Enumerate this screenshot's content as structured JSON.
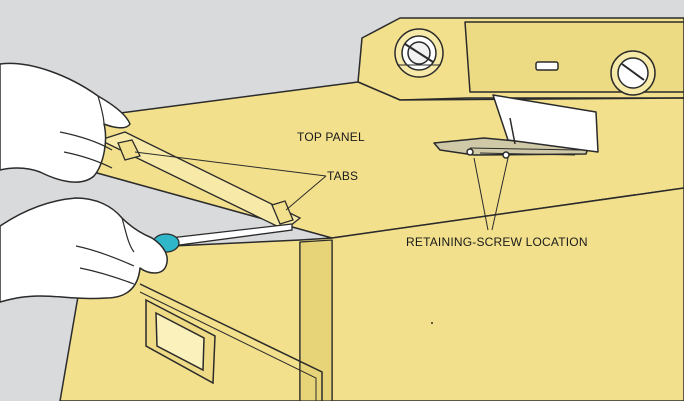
{
  "labels": {
    "top_panel": "TOP PANEL",
    "tabs": "TABS",
    "retaining_screw": "RETAINING-SCREW LOCATION"
  },
  "colors": {
    "background": "#d9dadc",
    "appliance": "#f2e08c",
    "appliance_shade": "#e8d478",
    "outline": "#2b2b2b",
    "skin": "#ffffff",
    "screwdriver_handle": "#2fb6c8"
  }
}
